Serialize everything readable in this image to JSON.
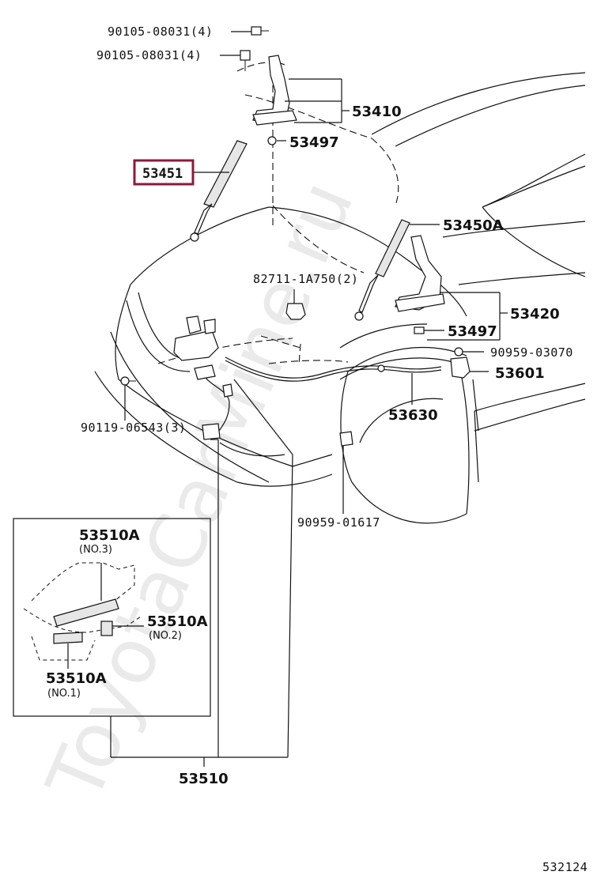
{
  "watermark": "ToyotaCarMine.ru",
  "diagram_code": "532124",
  "highlight_color": "#8b1a3a",
  "labels": {
    "bolt_upper_1": "90105-08031(4)",
    "bolt_upper_2": "90105-08031(4)",
    "hinge_left": "53410",
    "washer_left": "53497",
    "strut_left": "53451",
    "strut_right": "53450A",
    "clip_82711": "82711-1A750(2)",
    "hinge_right": "53420",
    "washer_right": "53497",
    "clip_90959_03070": "90959-03070",
    "part_53601": "53601",
    "cable": "53630",
    "screw_90119": "90119-06543(3)",
    "clip_90959_01617": "90959-01617",
    "inset_no3": "53510A",
    "inset_no3_sub": "(NO.3)",
    "inset_no2": "53510A",
    "inset_no2_sub": "(NO.2)",
    "inset_no1": "53510A",
    "inset_no1_sub": "(NO.1)",
    "assembly": "53510"
  }
}
